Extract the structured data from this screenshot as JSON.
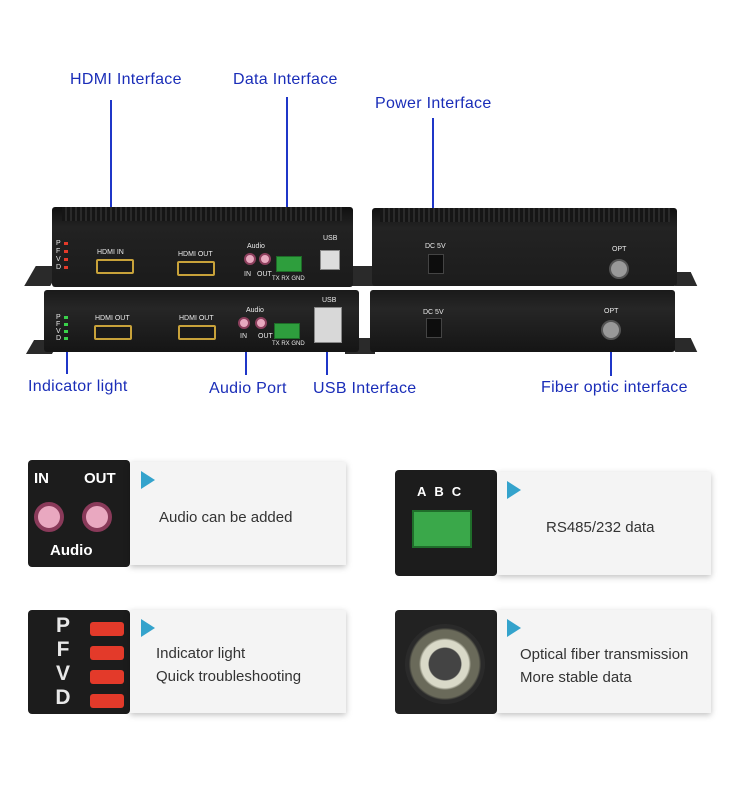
{
  "callouts": {
    "hdmi": "HDMI Interface",
    "data": "Data Interface",
    "power": "Power Interface",
    "indicator": "Indicator light",
    "audio": "Audio Port",
    "usb": "USB Interface",
    "fiber": "Fiber optic interface"
  },
  "device_labels": {
    "hdmi_in": "HDMI IN",
    "hdmi_out": "HDMI OUT",
    "hdmi_out_left": "HDMI  OUT",
    "audio": "Audio",
    "in": "IN",
    "out": "OUT",
    "data_pins": "TX RX GND",
    "usb": "USB",
    "dc": "DC 5V",
    "opt": "OPT",
    "led_letters": [
      "P",
      "F",
      "V",
      "D"
    ]
  },
  "features": [
    {
      "lines": [
        "Audio can be added"
      ],
      "thumb": {
        "in": "IN",
        "out": "OUT",
        "label": "Audio"
      }
    },
    {
      "lines": [
        "RS485/232 data"
      ],
      "thumb": {
        "pins": [
          "A",
          "B",
          "C"
        ]
      }
    },
    {
      "lines": [
        "Indicator light",
        "Quick troubleshooting"
      ],
      "thumb": {
        "letters": [
          "P",
          "F",
          "V",
          "D"
        ]
      }
    },
    {
      "lines": [
        "Optical fiber transmission",
        "More stable data"
      ]
    }
  ],
  "colors": {
    "callout_text": "#1a2db8",
    "leader_line": "#1f36c8",
    "accent_triangle": "#34a3cc",
    "led_red": "#e33a2a",
    "led_green": "#39d14a",
    "terminal_green": "#2e9e3d"
  }
}
